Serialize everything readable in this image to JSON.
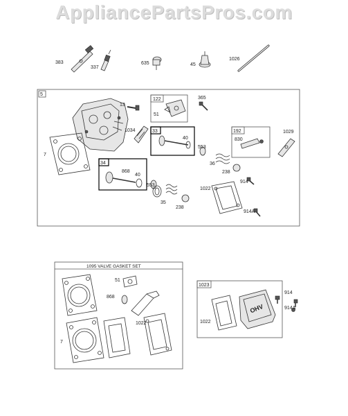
{
  "watermark": "AppliancePartsPros.com",
  "top_row_labels": [
    "383",
    "337",
    "635",
    "45",
    "1026"
  ],
  "assembly": {
    "id": "5",
    "labels": {
      "l13": "13",
      "l122": "122",
      "l51": "51",
      "l365": "365",
      "l1034": "1034",
      "l7": "7",
      "l33": "33",
      "l40a": "40",
      "l553a": "553",
      "l192": "192",
      "l830": "830",
      "l1029": "1029",
      "l36": "36",
      "l238a": "238",
      "l34": "34",
      "l868": "868",
      "l40b": "40",
      "l553b": "553",
      "l35": "35",
      "l238b": "238",
      "l1022": "1022",
      "l914": "914",
      "l914a": "914A"
    }
  },
  "gasket_set": {
    "title": "1095 VALVE GASKET SET",
    "labels": {
      "l51": "51",
      "l868": "868",
      "l1022": "1022",
      "l7": "7"
    }
  },
  "cover_kit": {
    "id": "1023",
    "labels": {
      "l914": "914",
      "l1022": "1022",
      "l914a": "914A"
    },
    "cover_text": "OHV"
  }
}
